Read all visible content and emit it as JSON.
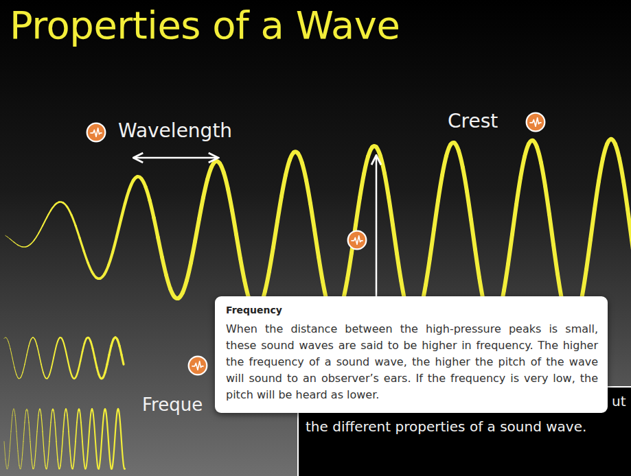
{
  "diagram": {
    "title": "Properties of a Wave",
    "nodes": [
      {
        "text": [
          "ut",
          "the different properties of a sound wave."
        ]
      },
      {
        "text": [
          "Frequency",
          "When the distance between the high-pressure peaks is small, these sound waves are said to be higher in frequency. The higher the frequency of a sound wave, the higher the pitch of the wave will sound to an observer’s ears. If the frequency is very low, the pitch will be heard as lower."
        ]
      }
    ],
    "labels": [
      "Wavelength",
      "Crest",
      "Freque"
    ]
  }
}
